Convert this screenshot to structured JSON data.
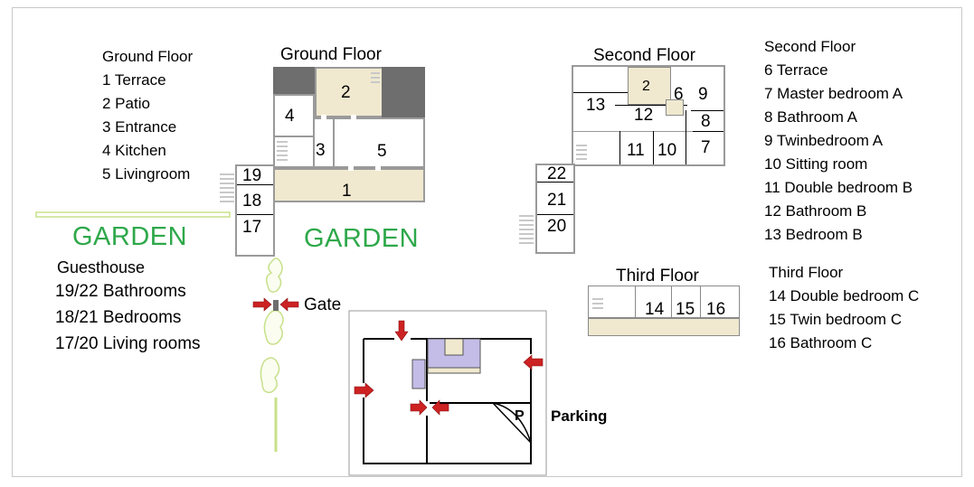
{
  "ground_floor": {
    "heading": "Ground Floor",
    "legend_title": "Ground Floor",
    "legend": [
      "1 Terrace",
      "2 Patio",
      "3 Entrance",
      "4 Kitchen",
      "5 Livingroom"
    ],
    "labels": {
      "r1": "1",
      "r2": "2",
      "r3": "3",
      "r4": "4",
      "r5": "5"
    }
  },
  "second_floor": {
    "heading": "Second Floor",
    "legend_title": "Second Floor",
    "legend": [
      "6 Terrace",
      "7 Master bedroom A",
      "8 Bathroom A",
      "9 Twinbedroom A",
      "10 Sitting room",
      "11 Double bedroom B",
      "12 Bathroom B",
      "13 Bedroom B"
    ],
    "labels": {
      "r2": "2",
      "r6": "6",
      "r7": "7",
      "r8": "8",
      "r9": "9",
      "r10": "10",
      "r11": "11",
      "r12": "12",
      "r13": "13"
    }
  },
  "third_floor": {
    "heading": "Third Floor",
    "legend_title": "Third Floor",
    "legend": [
      "14 Double bedroom C",
      "15 Twin bedroom C",
      "16 Bathroom C"
    ],
    "labels": {
      "r14": "14",
      "r15": "15",
      "r16": "16"
    }
  },
  "guesthouse": {
    "legend_title": "Guesthouse",
    "legend": [
      "19/22 Bathrooms",
      "18/21 Bedrooms",
      "17/20 Living rooms"
    ],
    "labels": {
      "r17": "17",
      "r18": "18",
      "r19": "19",
      "r20": "20",
      "r21": "21",
      "r22": "22"
    }
  },
  "site": {
    "garden_left": "GARDEN",
    "garden_right": "GARDEN",
    "gate": "Gate",
    "parking": "Parking",
    "parking_symbol": "P"
  },
  "colors": {
    "garden_text": "#2ea84a",
    "hedge": "#c8e08a",
    "beige_area": "#f0e9cf",
    "purple_block": "#c3bde8",
    "arrow": "#cc2222",
    "wall": "#9a9a9a"
  }
}
